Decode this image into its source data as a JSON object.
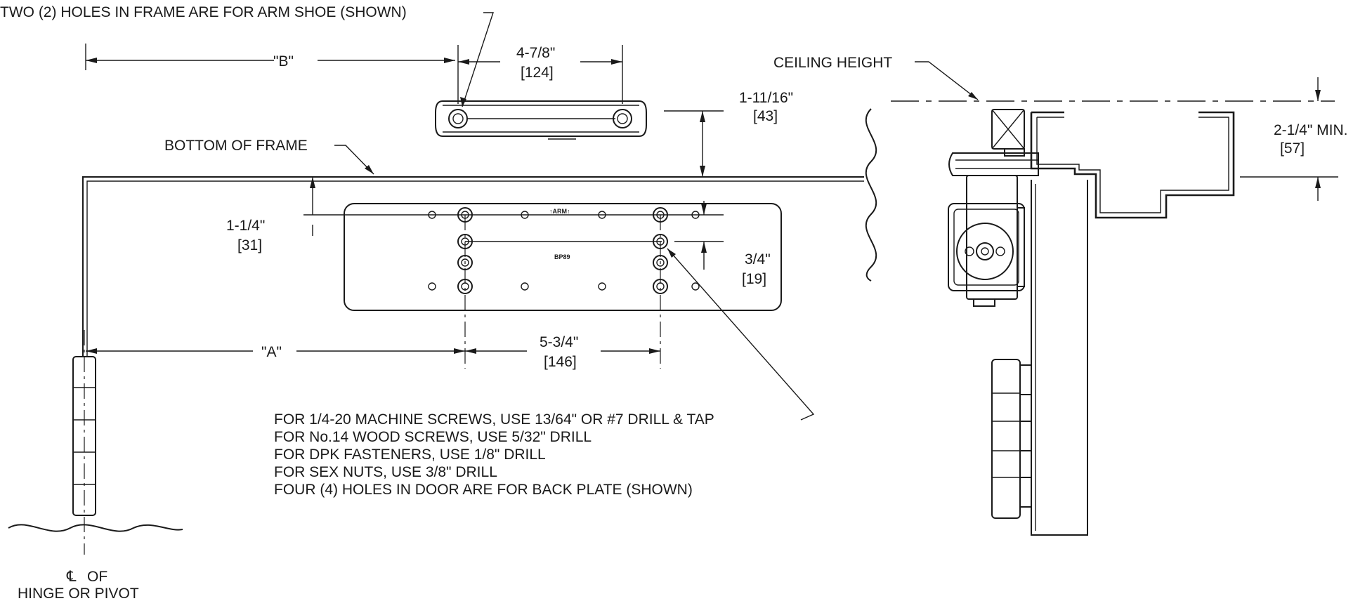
{
  "labels": {
    "arm_shoe_note": "TWO (2) HOLES IN FRAME ARE FOR ARM SHOE (SHOWN)",
    "bottom_of_frame": "BOTTOM OF FRAME",
    "ceiling_height": "CEILING HEIGHT",
    "centerline_symbol": "℄",
    "hinge_line1": "OF",
    "hinge_line2": "HINGE OR PIVOT",
    "plate_arm_mark": "↑ARM↑",
    "plate_model": "BP89"
  },
  "dimensions": {
    "b_label": "\"B\"",
    "a_label": "\"A\"",
    "shoe_spacing_in": "4-7/8\"",
    "shoe_spacing_mm": "[124]",
    "shoe_height_in": "1-11/16\"",
    "shoe_height_mm": "[43]",
    "plate_top_in": "1-1/4\"",
    "plate_top_mm": "[31]",
    "plate_row_in": "3/4\"",
    "plate_row_mm": "[19]",
    "plate_spacing_in": "5-3/4\"",
    "plate_spacing_mm": "[146]",
    "ceiling_min_in": "2-1/4\" MIN.",
    "ceiling_min_mm": "[57]"
  },
  "notes": [
    "FOR 1/4-20 MACHINE SCREWS, USE 13/64\" OR #7 DRILL & TAP",
    "FOR No.14 WOOD SCREWS, USE 5/32\" DRILL",
    "FOR DPK FASTENERS, USE 1/8\" DRILL",
    "FOR SEX NUTS, USE 3/8\" DRILL",
    "FOUR (4) HOLES IN DOOR ARE FOR BACK PLATE (SHOWN)"
  ]
}
